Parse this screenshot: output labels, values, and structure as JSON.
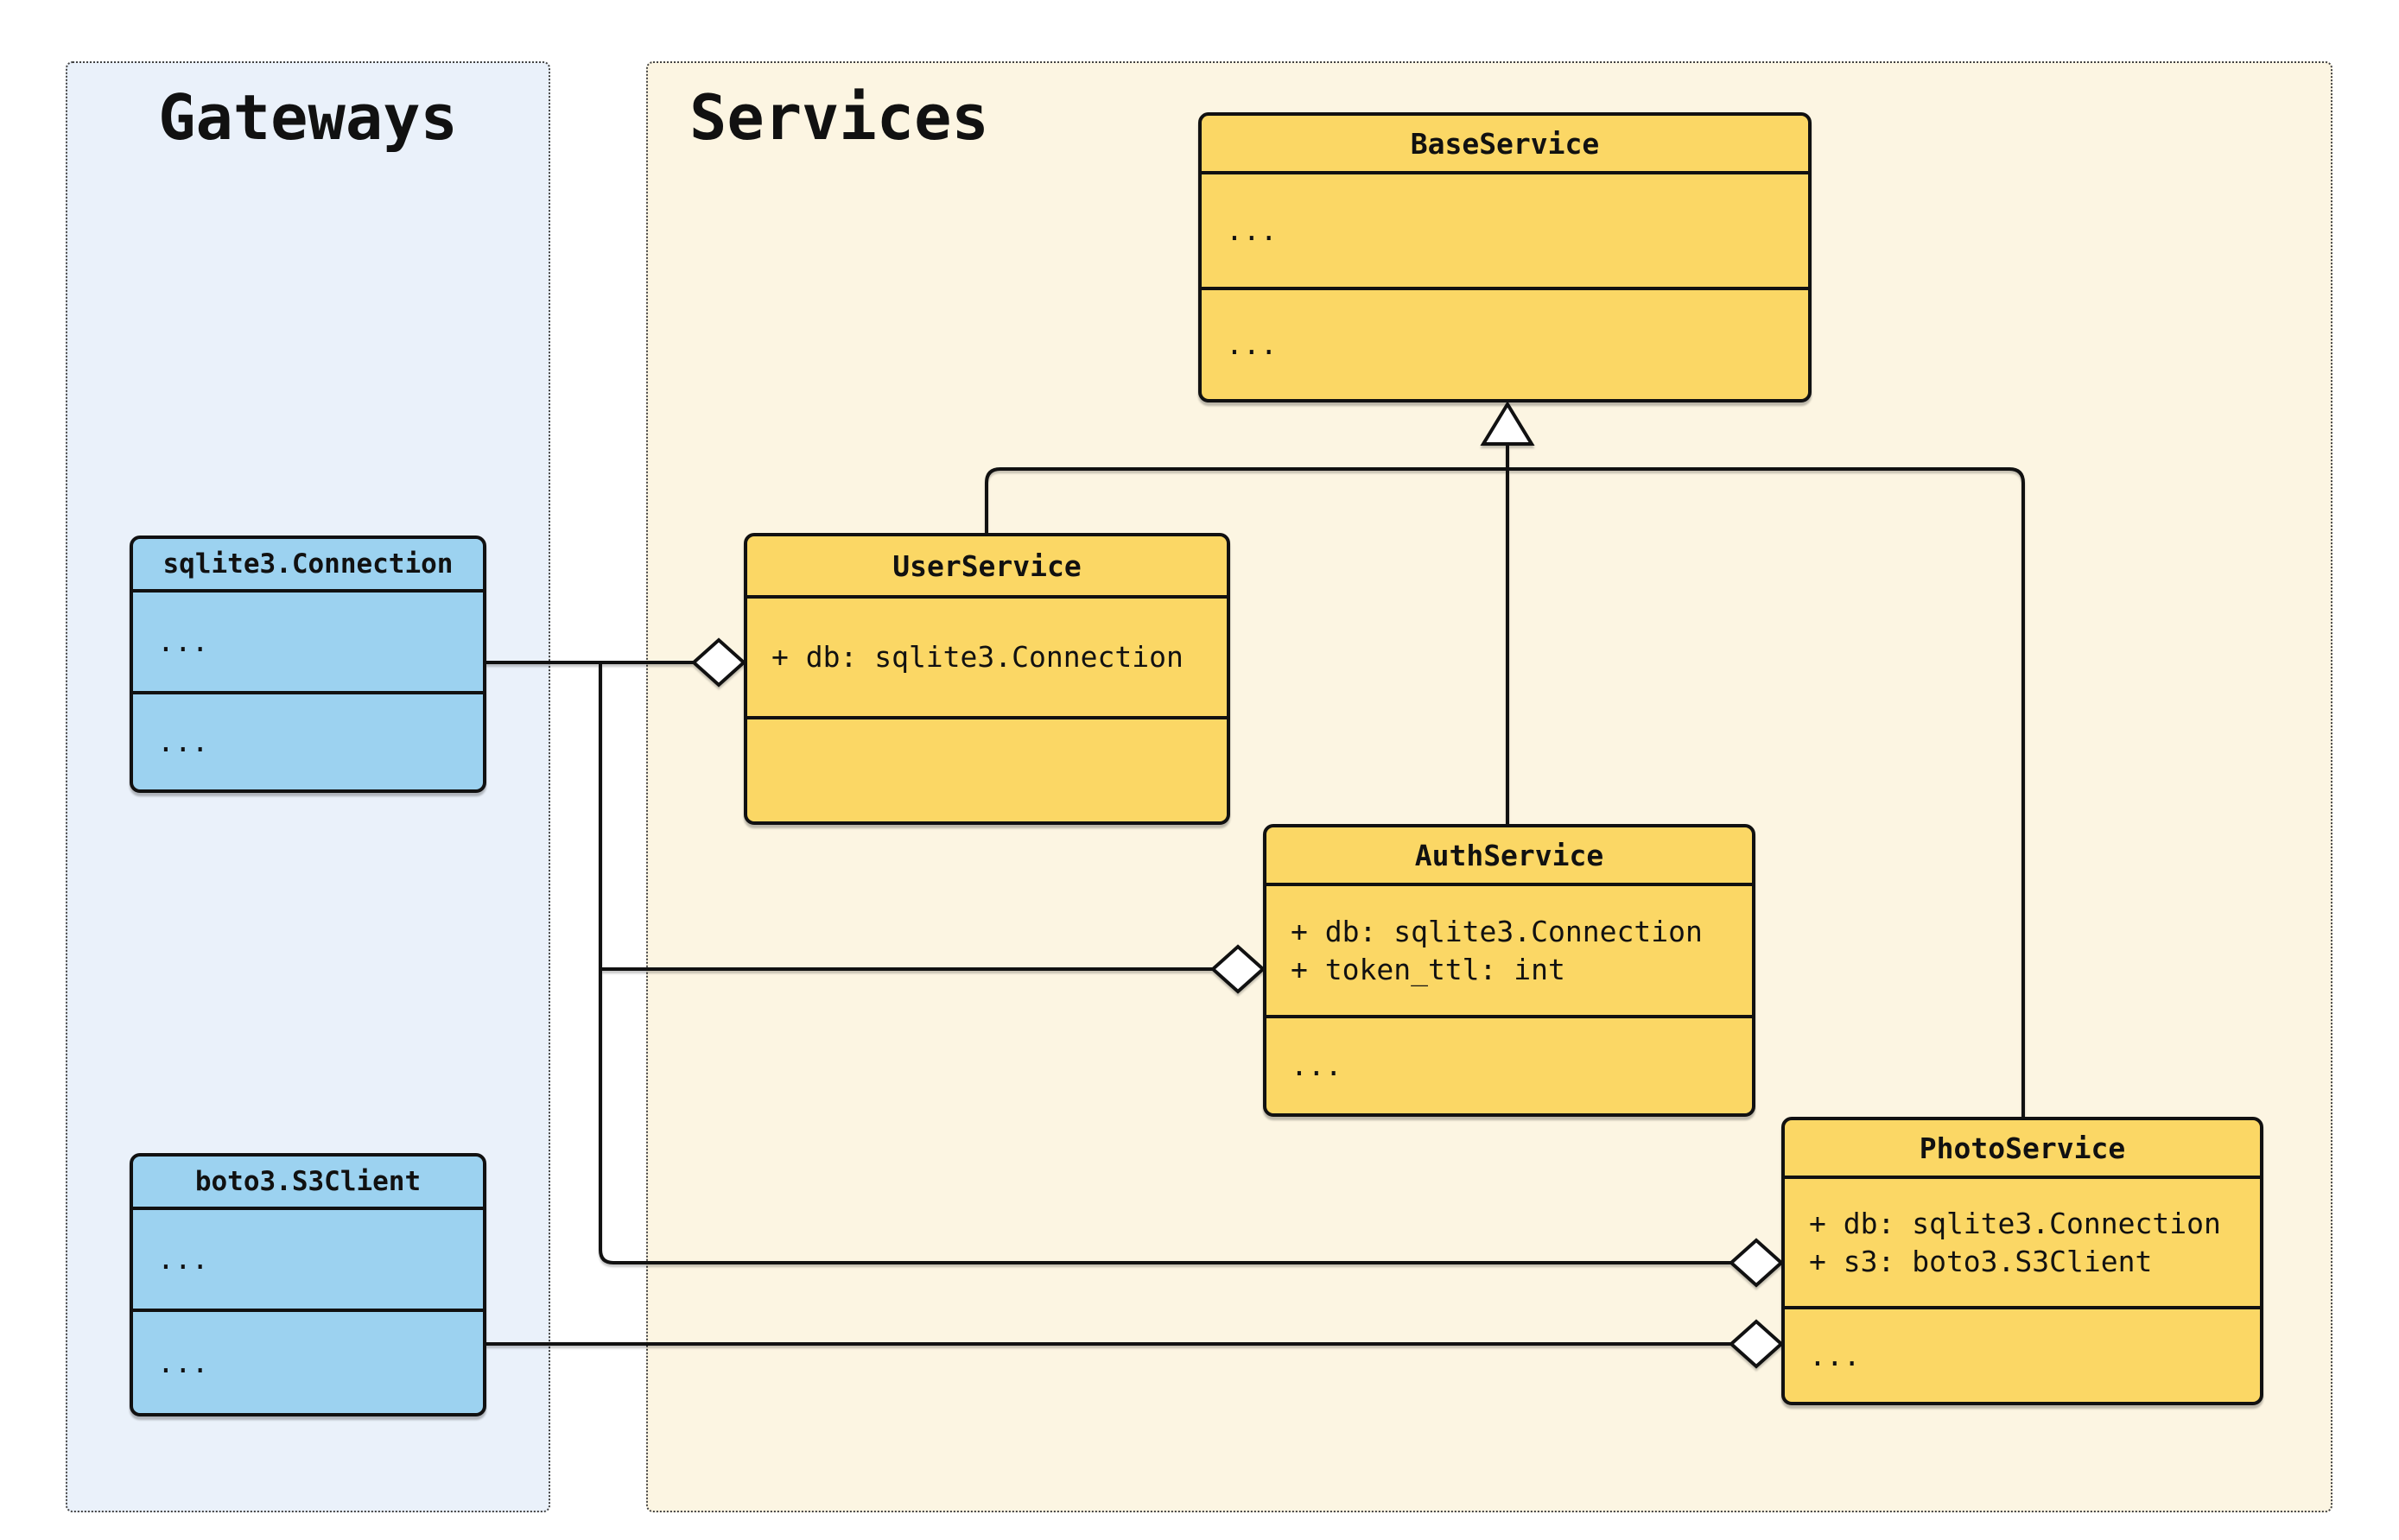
{
  "diagram": {
    "kind": "uml-class-diagram"
  },
  "panels": {
    "gateways": {
      "title": "Gateways"
    },
    "services": {
      "title": "Services"
    }
  },
  "classes": [
    {
      "name": "BaseService",
      "attributes": [
        "..."
      ],
      "methods": [
        "..."
      ]
    },
    {
      "name": "UserService",
      "attributes": [
        "+ db: sqlite3.Connection"
      ],
      "methods": []
    },
    {
      "name": "AuthService",
      "attributes": [
        "+ db: sqlite3.Connection",
        "+ token_ttl: int"
      ],
      "methods": [
        "..."
      ]
    },
    {
      "name": "PhotoService",
      "attributes": [
        "+ db: sqlite3.Connection",
        "+ s3: boto3.S3Client"
      ],
      "methods": [
        "..."
      ]
    },
    {
      "name": "sqlite3.Connection",
      "attributes": [
        "..."
      ],
      "methods": [
        "..."
      ]
    },
    {
      "name": "boto3.S3Client",
      "attributes": [
        "..."
      ],
      "methods": [
        "..."
      ]
    }
  ],
  "relationships": {
    "inheritance": [
      {
        "from": "UserService",
        "to": "BaseService"
      },
      {
        "from": "AuthService",
        "to": "BaseService"
      },
      {
        "from": "PhotoService",
        "to": "BaseService"
      }
    ],
    "aggregation": [
      {
        "from": "sqlite3.Connection",
        "to": "UserService"
      },
      {
        "from": "sqlite3.Connection",
        "to": "AuthService"
      },
      {
        "from": "sqlite3.Connection",
        "to": "PhotoService"
      },
      {
        "from": "boto3.S3Client",
        "to": "PhotoService"
      }
    ]
  },
  "icons": {
    "inheritance": "hollow-triangle-icon",
    "aggregation": "hollow-diamond-icon"
  },
  "colors": {
    "service_box_fill": "#FBD765",
    "gateway_box_fill": "#9CD2F0",
    "services_panel_bg": "#FCF5E2",
    "gateways_panel_bg": "#EAF1FA",
    "line": "#111111",
    "page_bg": "#FFFFFF"
  }
}
